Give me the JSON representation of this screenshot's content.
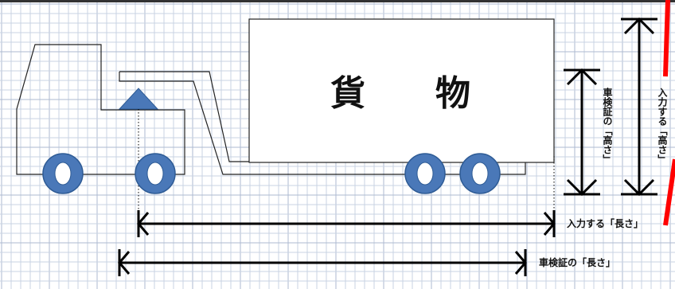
{
  "cargo_label": "貨　　物",
  "labels": {
    "inspection_height": "車検証の「高さ」",
    "input_height": "入力する「高さ」",
    "input_length": "入力する「長さ」",
    "inspection_length": "車検証の「長さ」"
  },
  "colors": {
    "wheel": "#4a78b8",
    "triangle": "#4a78b8",
    "grid": "#c9d3e3",
    "emphasis": "#ff0000"
  },
  "icons": {
    "truck": "truck-diagram-icon"
  }
}
